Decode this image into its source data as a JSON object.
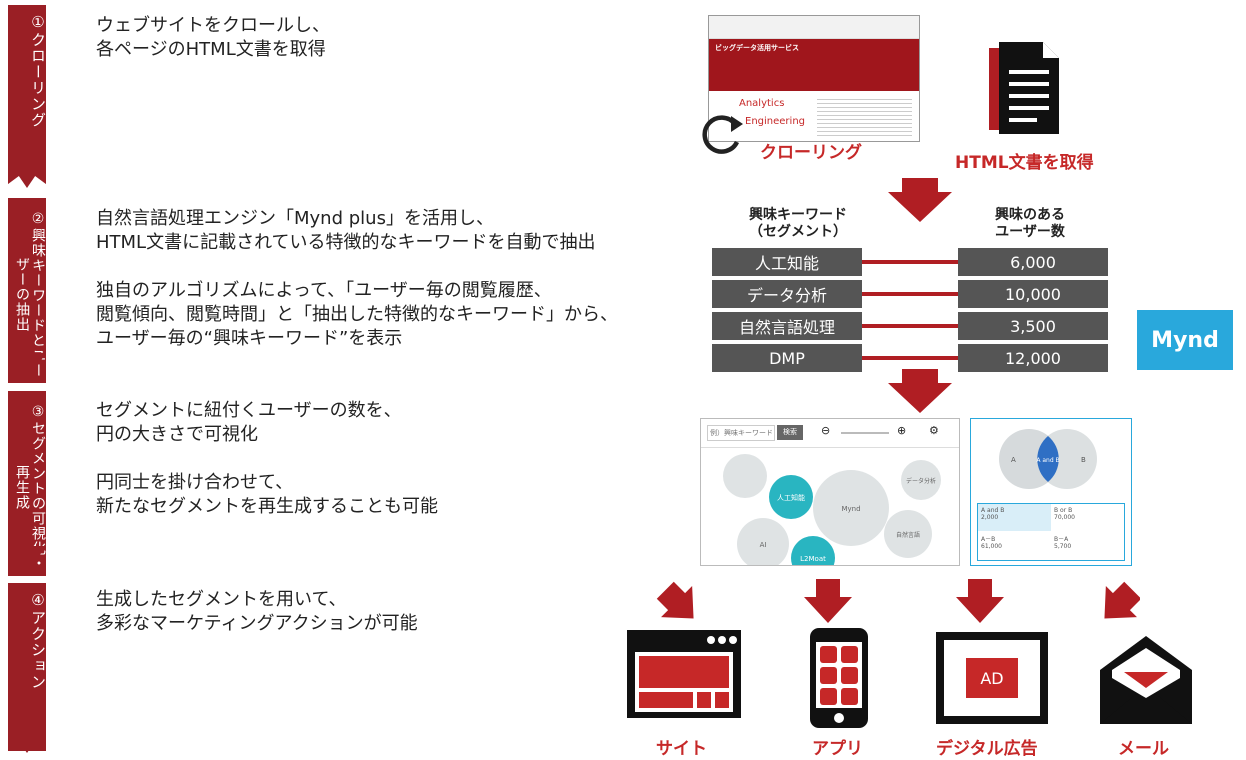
{
  "steps": [
    {
      "label": "①クローリング",
      "desc": "ウェブサイトをクロールし、\n各ページのHTML文書を取得"
    },
    {
      "label": "②興味キーワードとユーザーの抽出",
      "desc": "自然言語処理エンジン「Mynd plus」を活用し、\nHTML文書に記載されている特徴的なキーワードを自動で抽出\n\n独自のアルゴリズムによって、「ユーザー毎の閲覧履歴、\n閲覧傾向、閲覧時間」と「抽出した特徴的なキーワード」から、\nユーザー毎の“興味キーワード”を表示"
    },
    {
      "label": "③セグメントの可視化・再生成",
      "desc": "セグメントに紐付くユーザーの数を、\n円の大きさで可視化\n\n円同士を掛け合わせて、\n新たなセグメントを再生成することも可能"
    },
    {
      "label": "④アクション",
      "desc": "生成したセグメントを用いて、\n多彩なマーケティングアクションが可能"
    }
  ],
  "crawl": {
    "label": "クローリング",
    "html_label": "HTML文書を取得",
    "site_title": "ビッグデータ活用サービス",
    "site_text1": "Analytics",
    "site_text2": "Engineering"
  },
  "table": {
    "header_left": "興味キーワード\n（セグメント）",
    "header_right": "興味のある\nユーザー数",
    "rows": [
      {
        "keyword": "人工知能",
        "users": "6,000"
      },
      {
        "keyword": "データ分析",
        "users": "10,000"
      },
      {
        "keyword": "自然言語処理",
        "users": "3,500"
      },
      {
        "keyword": "DMP",
        "users": "12,000"
      }
    ]
  },
  "mynd_logo": "Mynd",
  "bubble_ui": {
    "search_placeholder": "例）興味キーワード",
    "search_button": "検索",
    "bubbles": [
      "Mynd",
      "人工知能",
      "L2Moat",
      "AI",
      "データ分析",
      "自然言語"
    ]
  },
  "venn_ui": {
    "left": "A",
    "center": "A and B",
    "right": "B",
    "cells": [
      "A and B",
      "B or B",
      "A－B",
      "B－A"
    ],
    "values": [
      "2,000",
      "70,000",
      "61,000",
      "5,700"
    ]
  },
  "actions": [
    {
      "label": "サイト",
      "icon": "site-icon"
    },
    {
      "label": "アプリ",
      "icon": "app-icon"
    },
    {
      "label": "デジタル広告",
      "icon": "ad-icon",
      "badge": "AD"
    },
    {
      "label": "メール",
      "icon": "mail-icon"
    }
  ],
  "colors": {
    "brand_red": "#b01e23",
    "dark_red": "#9a1f25",
    "bar_gray": "#555555",
    "mynd_blue": "#29a8dc"
  }
}
